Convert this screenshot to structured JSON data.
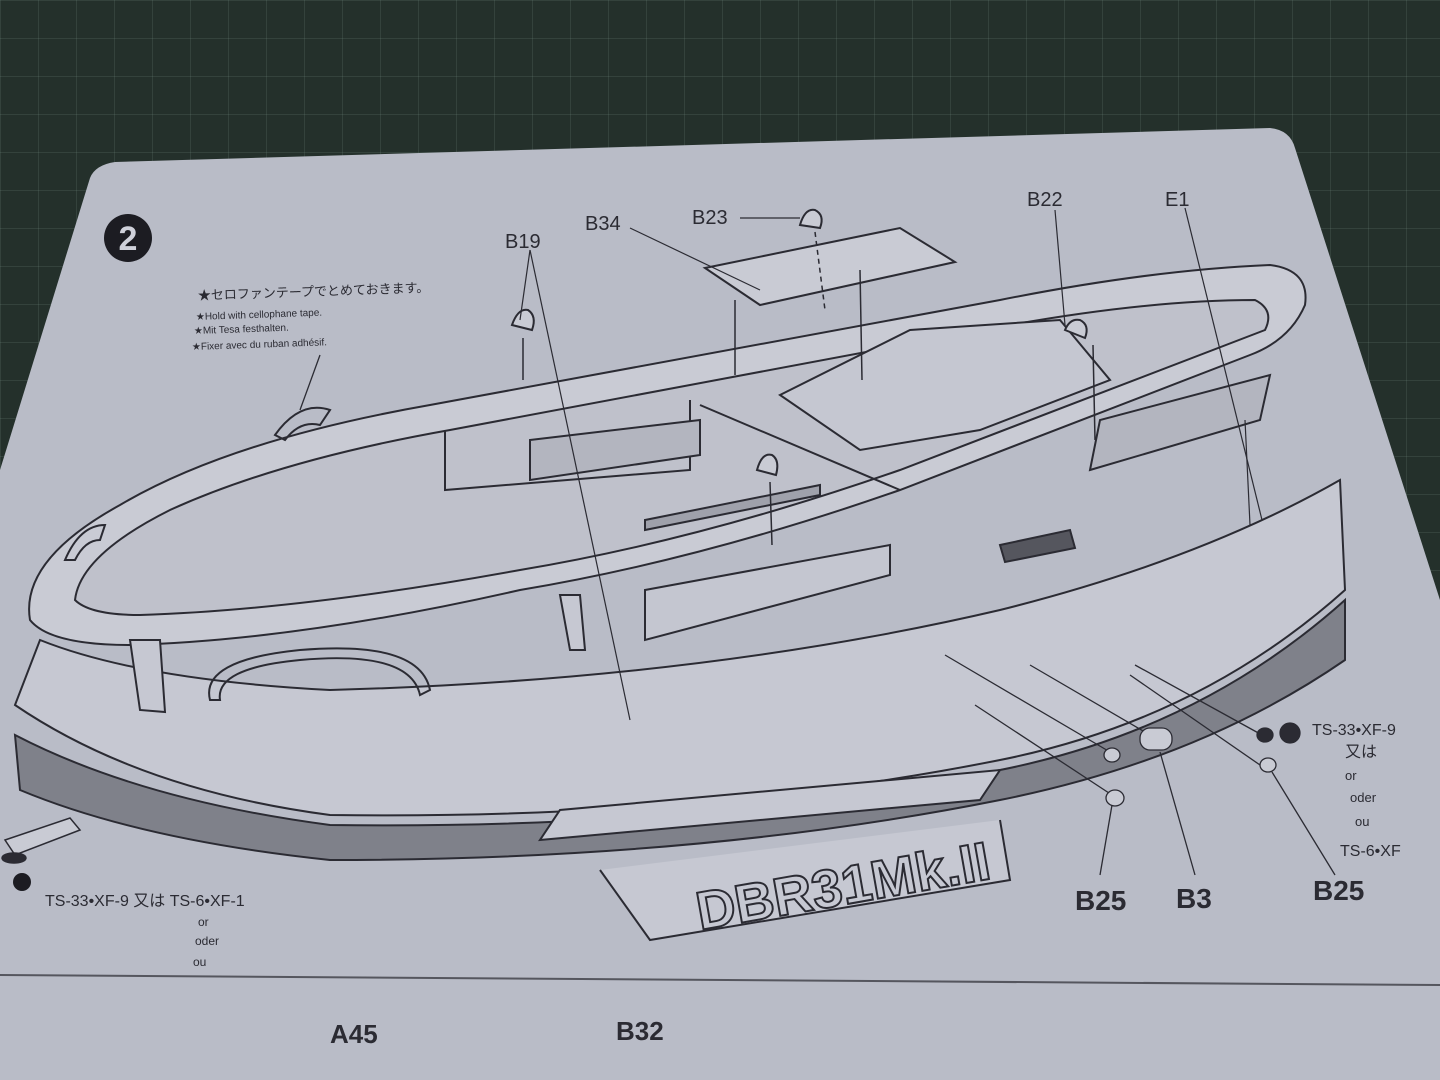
{
  "step": {
    "number": "2"
  },
  "note": {
    "jp": "★セロファンテープでとめておきます。",
    "en": "★Hold with cellophane tape.",
    "de": "★Mit Tesa festhalten.",
    "fr": "★Fixer avec du ruban adhésif."
  },
  "parts": {
    "b19": "B19",
    "b34": "B34",
    "b23": "B23",
    "b22": "B22",
    "e1": "E1",
    "b25_left": "B25",
    "b3": "B3",
    "b25_right": "B25",
    "a45": "A45",
    "b32": "B32"
  },
  "paint_right": {
    "code1": "TS-33•XF-9",
    "jp_or": "又は",
    "or": "or",
    "oder": "oder",
    "ou": "ou",
    "code2": "TS-6•XF"
  },
  "paint_left": {
    "code": "TS-33•XF-9 又は TS-6•XF-1",
    "or": "or",
    "oder": "oder",
    "ou": "ou"
  },
  "hull_name": "DBR31Mk.II",
  "colors": {
    "paper": "#b9bcc7",
    "ink": "#2b2b33",
    "hull_shade": "#7f818a"
  }
}
